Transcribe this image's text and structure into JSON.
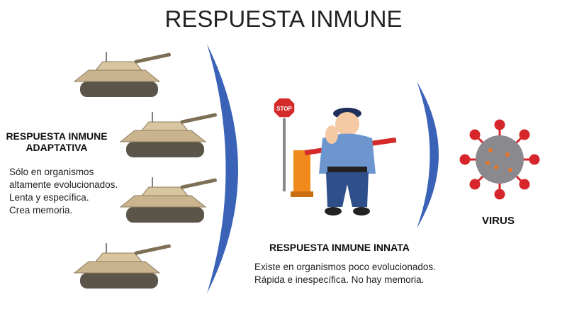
{
  "title": "RESPUESTA INMUNE",
  "adaptive": {
    "heading_line1": "RESPUESTA INMUNE",
    "heading_line2": "ADAPTATIVA",
    "lines": [
      "Sólo en organismos",
      "altamente evolucionados.",
      "Lenta y específica.",
      "Crea memoria."
    ]
  },
  "innate": {
    "heading": "RESPUESTA INMUNE INNATA",
    "lines": [
      "Existe en organismos poco evolucionados.",
      "Rápida e inespecífica. No hay memoria."
    ]
  },
  "virus": {
    "label": "VIRUS"
  },
  "stop_sign": {
    "text": "STOP"
  },
  "colors": {
    "bracket": "#3a63b8",
    "tank": "#c9b48e",
    "virus_spike": "#d6262b",
    "police": "#2f4f8a",
    "barrier": "#f08a1c"
  }
}
